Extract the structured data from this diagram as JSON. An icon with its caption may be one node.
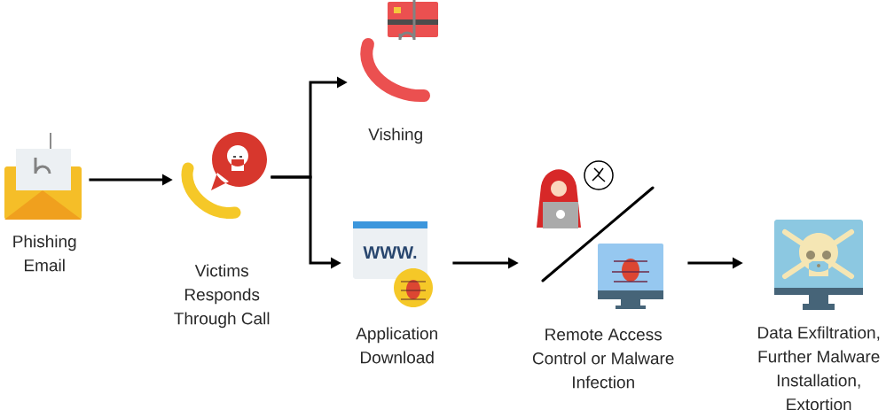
{
  "diagram": {
    "nodes": [
      {
        "text": [
          "Phishing Email"
        ]
      },
      {
        "text": [
          "Victims Responds Through Call"
        ]
      },
      {
        "text": [
          "Vishing"
        ]
      },
      {
        "text": [
          "Application Download"
        ]
      },
      {
        "text": [
          "Remote Access Control or Malware Infection"
        ]
      },
      {
        "text": [
          "Data Exfiltration, Further Malware Installation, Extortion"
        ]
      }
    ],
    "edges": [
      {
        "from": 0,
        "to": 1,
        "arrow": "to"
      },
      {
        "from": 1,
        "to": 2,
        "arrow": "to"
      },
      {
        "from": 1,
        "to": 3,
        "arrow": "to"
      },
      {
        "from": 3,
        "to": 4,
        "arrow": "to"
      },
      {
        "from": 4,
        "to": 5,
        "arrow": "to"
      }
    ],
    "labels": [
      "WWW."
    ]
  }
}
